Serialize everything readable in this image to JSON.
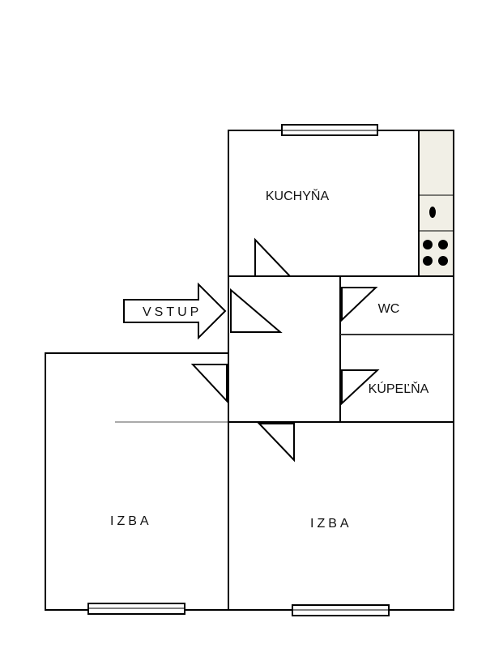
{
  "rooms": {
    "kitchen": "KUCHYŇA",
    "wc": "WC",
    "bathroom": "KÚPEĽŇA",
    "room_left": "IZBA",
    "room_right": "IZBA"
  },
  "entrance": {
    "label": "VSTUP"
  },
  "kitchen_counter": {
    "color": "#f1efe6"
  }
}
